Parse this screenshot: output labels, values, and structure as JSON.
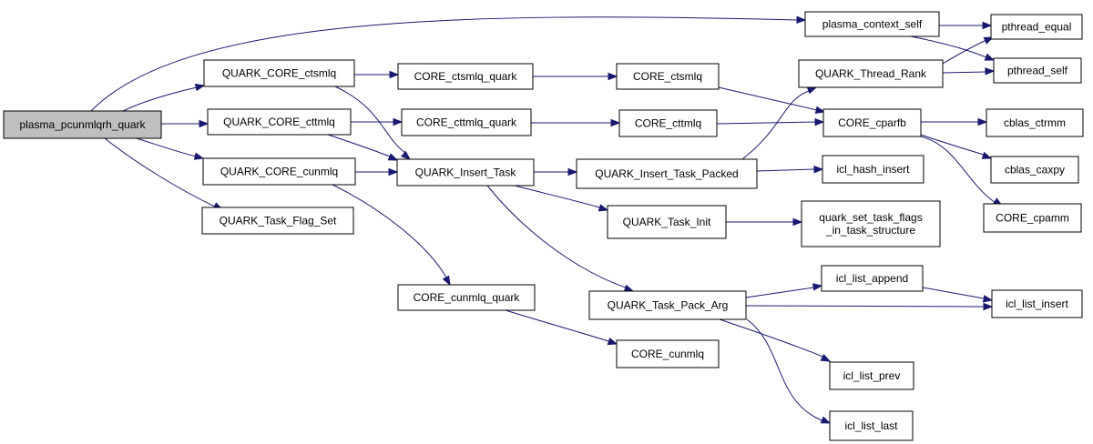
{
  "graph": {
    "colors": {
      "edge": "#191970",
      "node_border": "#000000",
      "root_fill": "#bfbfbf",
      "node_fill": "#ffffff"
    },
    "nodes": {
      "root": "plasma_pcunmlqrh_quark",
      "plasma_context_self": "plasma_context_self",
      "pthread_equal": "pthread_equal",
      "pthread_self": "pthread_self",
      "quark_core_ctsmlq": "QUARK_CORE_ctsmlq",
      "core_ctsmlq_quark": "CORE_ctsmlq_quark",
      "core_ctsmlq": "CORE_ctsmlq",
      "quark_thread_rank": "QUARK_Thread_Rank",
      "quark_core_cttmlq": "QUARK_CORE_cttmlq",
      "core_cttmlq_quark": "CORE_cttmlq_quark",
      "core_cttmlq": "CORE_cttmlq",
      "core_cparfb": "CORE_cparfb",
      "cblas_ctrmm": "cblas_ctrmm",
      "quark_core_cunmlq": "QUARK_CORE_cunmlq",
      "quark_insert_task": "QUARK_Insert_Task",
      "quark_insert_task_packed": "QUARK_Insert_Task_Packed",
      "icl_hash_insert": "icl_hash_insert",
      "cblas_caxpy": "cblas_caxpy",
      "quark_task_flag_set": "QUARK_Task_Flag_Set",
      "quark_task_init": "QUARK_Task_Init",
      "quark_set_task_flags_1": "quark_set_task_flags",
      "quark_set_task_flags_2": "_in_task_structure",
      "core_cpamm": "CORE_cpamm",
      "core_cunmlq_quark": "CORE_cunmlq_quark",
      "quark_task_pack_arg": "QUARK_Task_Pack_Arg",
      "icl_list_append": "icl_list_append",
      "icl_list_insert": "icl_list_insert",
      "core_cunmlq": "CORE_cunmlq",
      "icl_list_prev": "icl_list_prev",
      "icl_list_last": "icl_list_last"
    }
  }
}
